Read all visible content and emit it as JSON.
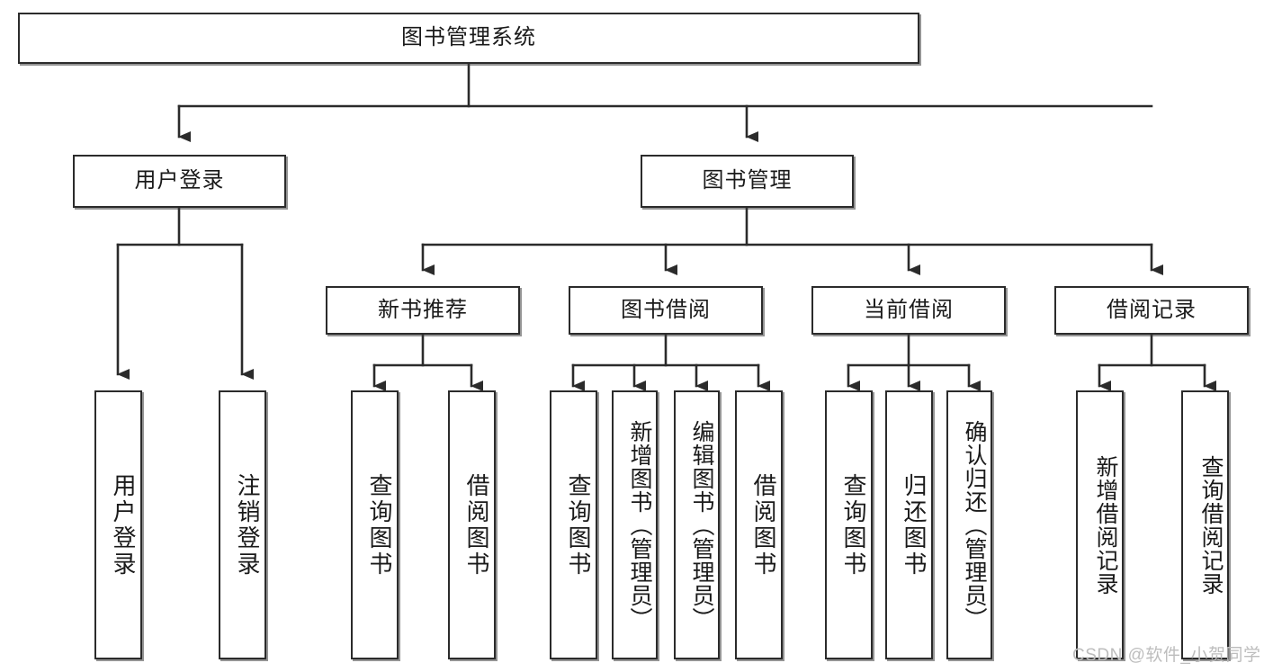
{
  "diagram": {
    "kind": "tree-structure-chart",
    "title_node": {
      "id": "root",
      "label": "图书管理系统"
    },
    "level2": [
      {
        "id": "user-login",
        "label": "用户登录"
      },
      {
        "id": "book-manage",
        "label": "图书管理"
      }
    ],
    "level3": [
      {
        "id": "new-book-rec",
        "label": "新书推荐",
        "parent": "book-manage"
      },
      {
        "id": "book-borrow",
        "label": "图书借阅",
        "parent": "book-manage"
      },
      {
        "id": "current-borrow",
        "label": "当前借阅",
        "parent": "book-manage"
      },
      {
        "id": "borrow-record",
        "label": "借阅记录",
        "parent": "book-manage"
      }
    ],
    "leaves": [
      {
        "id": "leaf-user-login",
        "label": "用户登录",
        "parent": "user-login"
      },
      {
        "id": "leaf-logout",
        "label": "注销登录",
        "parent": "user-login"
      },
      {
        "id": "leaf-query-book-1",
        "label": "查询图书",
        "parent": "new-book-rec"
      },
      {
        "id": "leaf-borrow-book-1",
        "label": "借阅图书",
        "parent": "new-book-rec"
      },
      {
        "id": "leaf-query-book-2",
        "label": "查询图书",
        "parent": "book-borrow"
      },
      {
        "id": "leaf-add-book",
        "label": "新增图书（管理员）",
        "parent": "book-borrow"
      },
      {
        "id": "leaf-edit-book",
        "label": "编辑图书（管理员）",
        "parent": "book-borrow"
      },
      {
        "id": "leaf-borrow-book-2",
        "label": "借阅图书",
        "parent": "book-borrow"
      },
      {
        "id": "leaf-query-book-3",
        "label": "查询图书",
        "parent": "current-borrow"
      },
      {
        "id": "leaf-return-book",
        "label": "归还图书",
        "parent": "current-borrow"
      },
      {
        "id": "leaf-confirm-return",
        "label": "确认归还（管理员）",
        "parent": "current-borrow"
      },
      {
        "id": "leaf-add-record",
        "label": "新增借阅记录",
        "parent": "borrow-record"
      },
      {
        "id": "leaf-query-record",
        "label": "查询借阅记录",
        "parent": "borrow-record"
      }
    ],
    "watermark": "CSDN @软件_小贺同学",
    "colors": {
      "box_border": "#2b2b2b",
      "box_fill": "#ffffff",
      "connector": "#2b2b2b",
      "text": "#1a1a1a",
      "watermark": "#bdbdbd",
      "background": "#ffffff"
    }
  }
}
